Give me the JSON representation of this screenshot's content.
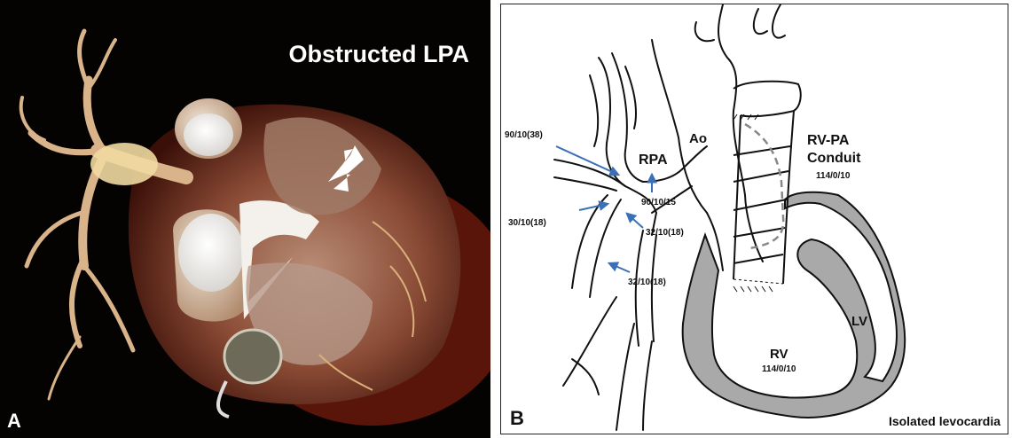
{
  "panel_a": {
    "letter": "A",
    "title": "Obstructed LPA"
  },
  "panel_b": {
    "letter": "B",
    "footer": "Isolated levocardia",
    "labels": {
      "ao": "Ao",
      "rpa": "RPA",
      "rv_pa": "RV-PA",
      "conduit": "Conduit",
      "conduit_pressure": "114/0/10",
      "rv": "RV",
      "rv_pressure": "114/0/10",
      "lv": "LV",
      "p1": "90/10(38)",
      "p2": "90/10/15",
      "p3": "30/10(18)",
      "p4": "32/10(18)",
      "p5": "32/10(18)"
    }
  },
  "colors": {
    "arrow": "#3b6fb6",
    "ventricle_fill": "#a9a9a9",
    "conduit_dash": "#888888"
  }
}
